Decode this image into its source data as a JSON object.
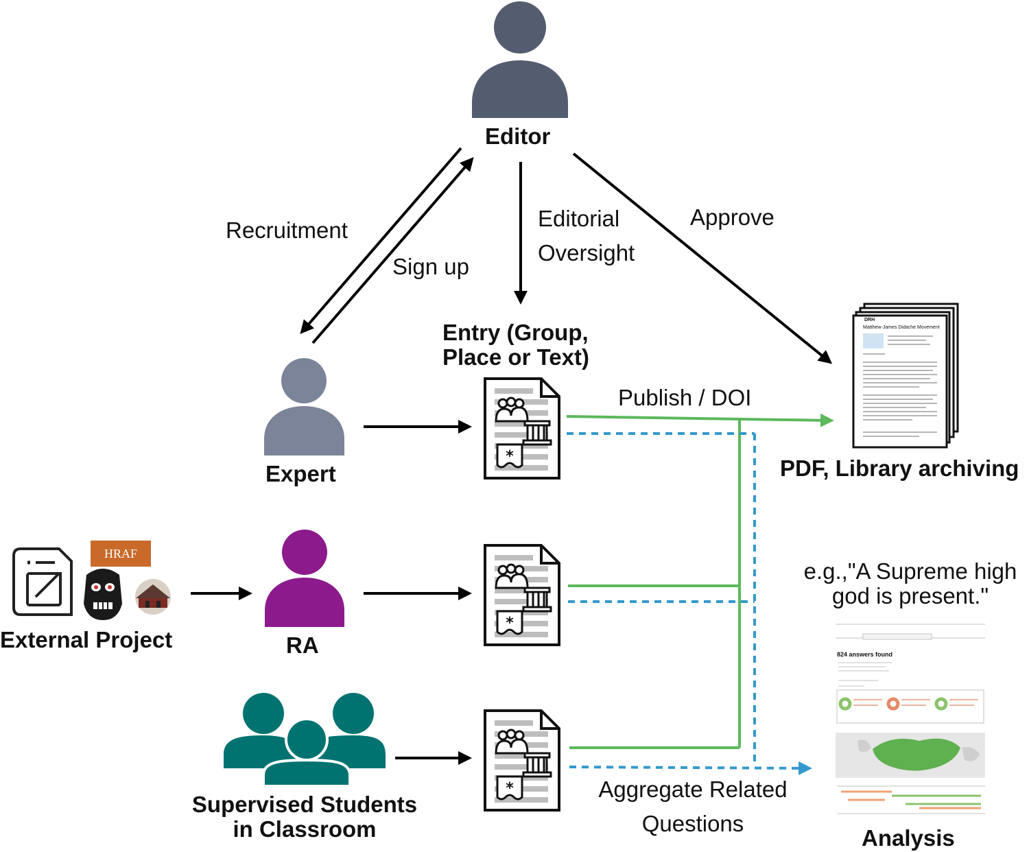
{
  "nodes": {
    "editor": "Editor",
    "expert": "Expert",
    "ra": "RA",
    "external_project": "External Project",
    "students_line1": "Supervised Students",
    "students_line2": "in Classroom",
    "entry_line1": "Entry (Group,",
    "entry_line2": "Place or Text)",
    "pdf_archiving": "PDF, Library archiving",
    "analysis": "Analysis"
  },
  "edges": {
    "recruitment": "Recruitment",
    "sign_up": "Sign up",
    "editorial_line1": "Editorial",
    "editorial_line2": "Oversight",
    "approve": "Approve",
    "publish_doi": "Publish / DOI",
    "aggregate_line1": "Aggregate Related",
    "aggregate_line2": "Questions"
  },
  "example_query": {
    "line1": "e.g.,\"A Supreme high",
    "line2": "god is present.\""
  },
  "logos": {
    "hraf": "HRAF"
  },
  "pdf_page": {
    "logo": "DRH",
    "title": "Matthew-James Didache Movement"
  },
  "analysis_screen": {
    "answers_found": "824 answers found"
  },
  "colors": {
    "editor": "#545c70",
    "expert": "#7b8499",
    "ra": "#8c1a8c",
    "students": "#007370",
    "publish_line": "#5cb85c",
    "aggregate_line": "#3399cc",
    "arrow": "#000000",
    "doc_gray": "#bdbdbd",
    "hraf_orange": "#c96a2b"
  },
  "icons": [
    "person-icon",
    "group-icon",
    "document-icon",
    "external-link-icon",
    "mask-icon",
    "temple-photo-icon",
    "pdf-stack-icon",
    "world-map-icon"
  ]
}
